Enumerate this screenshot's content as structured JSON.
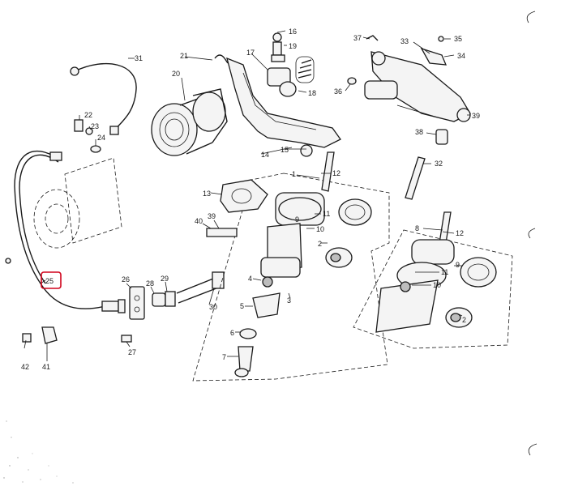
{
  "labels": [
    {
      "id": "16",
      "text": "16"
    },
    {
      "id": "19",
      "text": "19"
    },
    {
      "id": "17",
      "text": "17"
    },
    {
      "id": "18",
      "text": "18"
    },
    {
      "id": "21",
      "text": "21"
    },
    {
      "id": "20",
      "text": "20"
    },
    {
      "id": "14",
      "text": "14"
    },
    {
      "id": "15",
      "text": "15"
    },
    {
      "id": "31",
      "text": "31"
    },
    {
      "id": "22",
      "text": "22"
    },
    {
      "id": "23",
      "text": "23"
    },
    {
      "id": "24",
      "text": "24"
    },
    {
      "id": "37",
      "text": "37"
    },
    {
      "id": "33",
      "text": "33"
    },
    {
      "id": "35",
      "text": "35"
    },
    {
      "id": "34",
      "text": "34"
    },
    {
      "id": "36",
      "text": "36"
    },
    {
      "id": "39",
      "text": "39"
    },
    {
      "id": "38",
      "text": "38"
    },
    {
      "id": "32",
      "text": "32"
    },
    {
      "id": "1",
      "text": "1"
    },
    {
      "id": "12a",
      "text": "12"
    },
    {
      "id": "13",
      "text": "13"
    },
    {
      "id": "40",
      "text": "40"
    },
    {
      "id": "39b",
      "text": "39"
    },
    {
      "id": "11a",
      "text": "11"
    },
    {
      "id": "10a",
      "text": "10"
    },
    {
      "id": "9a",
      "text": "9"
    },
    {
      "id": "2a",
      "text": "2"
    },
    {
      "id": "4",
      "text": "4"
    },
    {
      "id": "3",
      "text": "3"
    },
    {
      "id": "5",
      "text": "5"
    },
    {
      "id": "6",
      "text": "6"
    },
    {
      "id": "7",
      "text": "7"
    },
    {
      "id": "25",
      "text": "25"
    },
    {
      "id": "26",
      "text": "26"
    },
    {
      "id": "28",
      "text": "28"
    },
    {
      "id": "29",
      "text": "29"
    },
    {
      "id": "30",
      "text": "30"
    },
    {
      "id": "27",
      "text": "27"
    },
    {
      "id": "42",
      "text": "42"
    },
    {
      "id": "41",
      "text": "41"
    },
    {
      "id": "8",
      "text": "8"
    },
    {
      "id": "12b",
      "text": "12"
    },
    {
      "id": "11b",
      "text": "11"
    },
    {
      "id": "9b",
      "text": "9"
    },
    {
      "id": "10b",
      "text": "10"
    },
    {
      "id": "2b",
      "text": "2"
    }
  ],
  "highlight": {
    "label": "25",
    "color": "#d0021b"
  }
}
